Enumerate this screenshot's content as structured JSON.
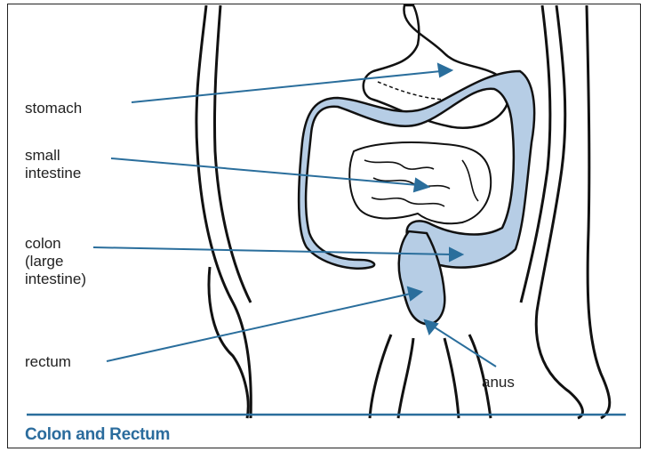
{
  "labels": {
    "stomach": "stomach",
    "small_intestine": "small\nintestine",
    "colon": "colon\n(large\nintestine)",
    "rectum": "rectum",
    "anus": "anus"
  },
  "caption": "Colon and Rectum",
  "colors": {
    "organ_fill": "#b6cde5",
    "leader_line": "#2a6e9c",
    "outline": "#111111",
    "caption": "#2b6c9d"
  }
}
